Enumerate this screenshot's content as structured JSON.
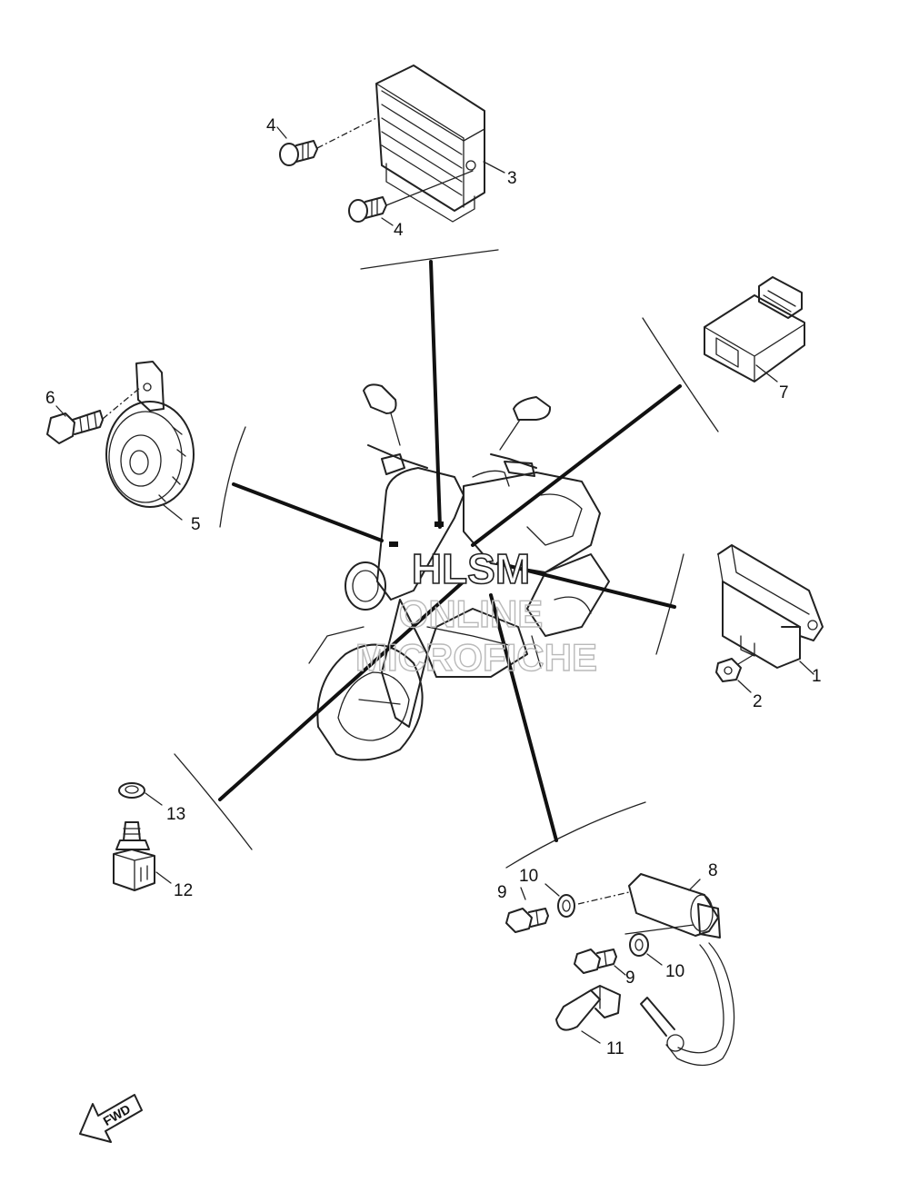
{
  "callouts": [
    {
      "id": "c1",
      "text": "1"
    },
    {
      "id": "c2",
      "text": "2"
    },
    {
      "id": "c3",
      "text": "3"
    },
    {
      "id": "c4a",
      "text": "4"
    },
    {
      "id": "c4b",
      "text": "4"
    },
    {
      "id": "c5",
      "text": "5"
    },
    {
      "id": "c6",
      "text": "6"
    },
    {
      "id": "c7",
      "text": "7"
    },
    {
      "id": "c8",
      "text": "8"
    },
    {
      "id": "c9a",
      "text": "9"
    },
    {
      "id": "c9b",
      "text": "9"
    },
    {
      "id": "c10a",
      "text": "10"
    },
    {
      "id": "c10b",
      "text": "10"
    },
    {
      "id": "c11",
      "text": "11"
    },
    {
      "id": "c12",
      "text": "12"
    },
    {
      "id": "c13",
      "text": "13"
    }
  ],
  "watermark": {
    "line1": "HLSM",
    "line2": "ONLINE",
    "line3": "MICROFICHE"
  },
  "direction_arrow": {
    "label": "FWD",
    "icon": "fwd-arrow-icon"
  }
}
